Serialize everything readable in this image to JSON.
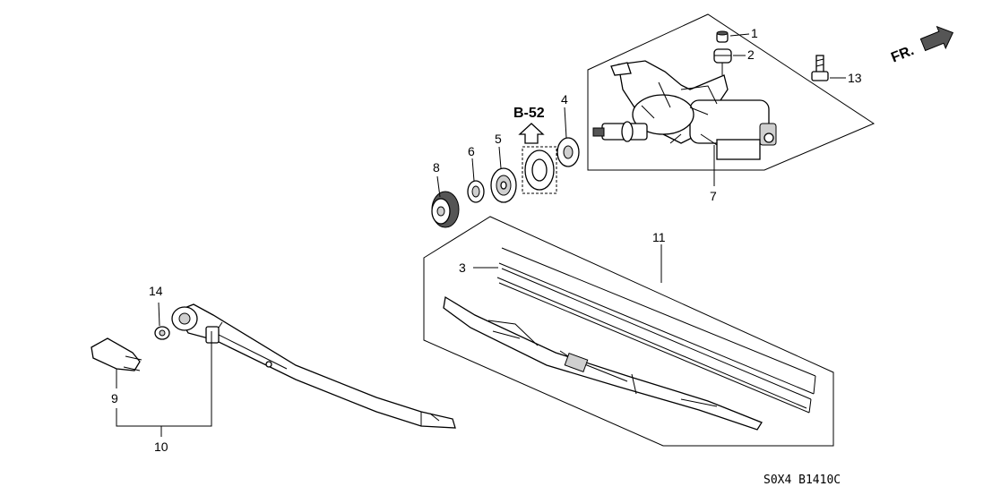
{
  "direction_label": "FR.",
  "reference_label": "B-52",
  "catalog_code": "S0X4 B1410C",
  "callouts": [
    "1",
    "2",
    "3",
    "4",
    "5",
    "6",
    "7",
    "8",
    "9",
    "10",
    "11",
    "13",
    "14"
  ]
}
